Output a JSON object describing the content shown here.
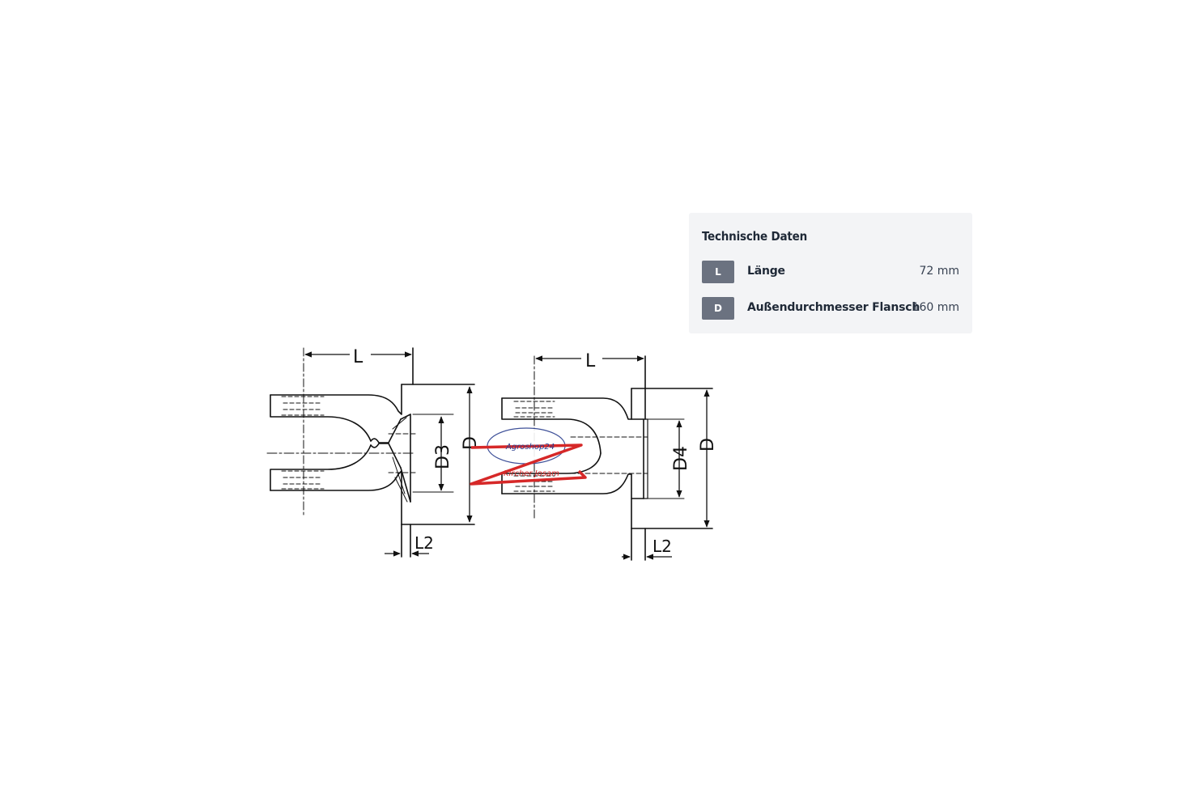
{
  "spec_panel": {
    "title": "Technische Daten",
    "rows": [
      {
        "badge": "L",
        "label": "Länge",
        "value": "72 mm"
      },
      {
        "badge": "D",
        "label": "Außendurchmesser Flansch",
        "value": "160 mm"
      }
    ]
  },
  "drawing": {
    "left_part": {
      "length_label": "L",
      "diameter_label": "D",
      "inner_diameter_label": "D3",
      "flange_label": "L2"
    },
    "right_part": {
      "length_label": "L",
      "diameter_label": "D",
      "inner_diameter_label": "D4",
      "flange_label": "L2"
    },
    "watermark": {
      "brand": "Agroshop24",
      "signature": "Kircher Josam"
    }
  },
  "colors": {
    "panel_background": "#f3f4f6",
    "badge_background": "#6b7280",
    "watermark_red": "#d62828",
    "watermark_blue": "#2b3f8f"
  }
}
